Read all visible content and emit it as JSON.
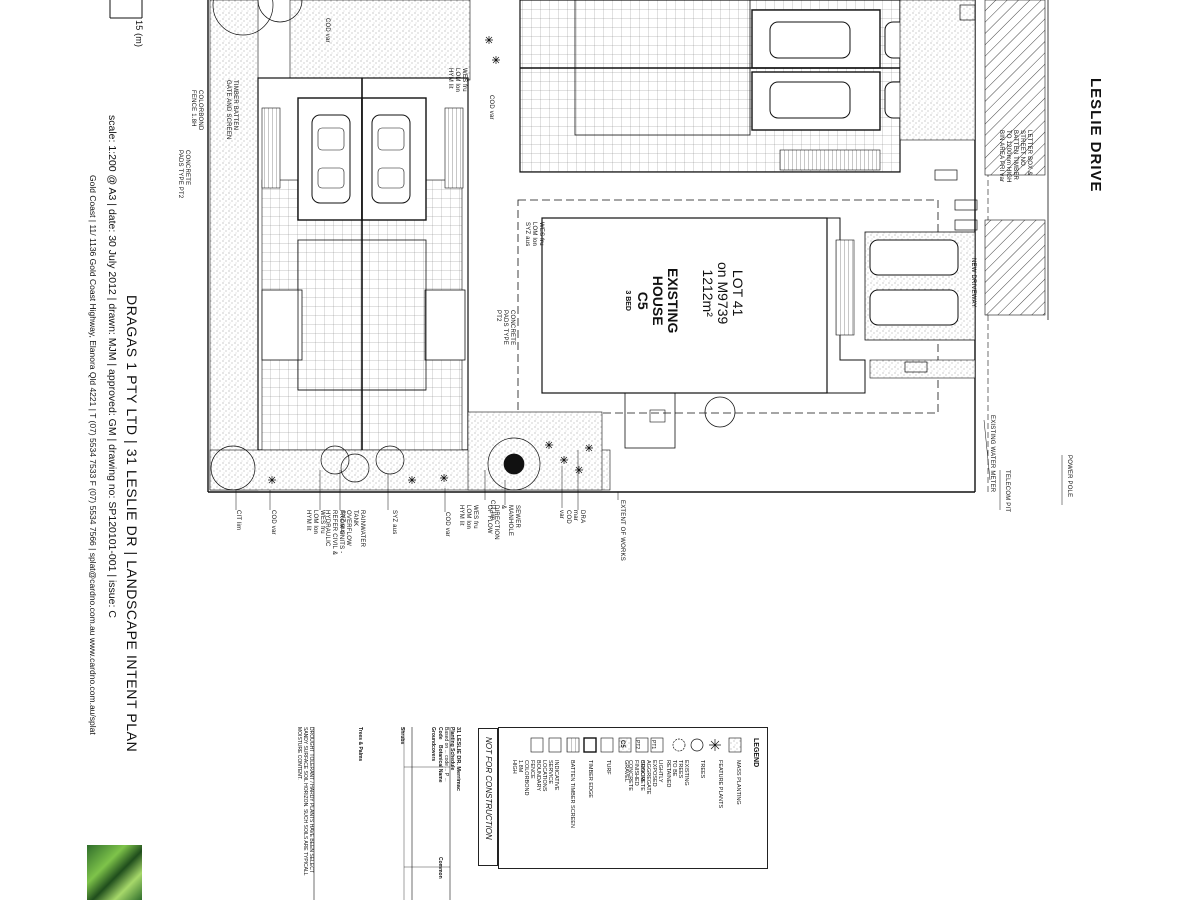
{
  "scale_top": "15 (m)",
  "street": "LESLIE DRIVE",
  "lot": {
    "line1": "LOT 41",
    "line2": "on M9739",
    "line3": "1212m²",
    "house1": "EXISTING",
    "house2": "HOUSE",
    "code": "C5",
    "beds": "3 BED"
  },
  "labels": {
    "colorbond_fence": "COLORBOND FENCE 1.8H",
    "timber_gate": "TIMBER BATTEN GATE AND SCREEN",
    "concrete_pads_left": "CONCRETE PADS TYPE PT2",
    "concrete_pads_mid": "CONCRETE PADS TYPE PT2",
    "wes_top": "WES fru LOM lon HYM lit",
    "cod_top": "COD var",
    "cod_mid": "COD var",
    "wes_mid": "WES fru LOM lon SYZ aus",
    "letter_box": "LETTER BOX & STREET NO. BATTEN TIMBER TO 1200mm HIGH BIN AREA PRI var",
    "new_driveway": "NEW DRIVEWAY",
    "existing_water_meter": "EXISTING WATER METER",
    "power_pole": "POWER POLE",
    "telecom_pit": "TELECOM PIT",
    "extent_of_works": "EXTENT OF WORKS",
    "dra": "DRA mar COD var",
    "sewer": "SEWER MANHOLE & DIRECTION OF FLOW",
    "cit_bottom": "CIT lim",
    "wes_bottom": "WES fru LOM lon HYM lit",
    "cod_bottom": "COD var",
    "syz_bottom": "SYZ aus",
    "rainwater": "RAINWATER TANK OVERFLOW FROM UNITS - REFER CIVIL & HYDRAULIC",
    "syz_bottom2": "SYZ aus",
    "cit_left": "CIT lim",
    "cod_left": "COD var",
    "wes_left": "WES fru LOM lon HYM lit"
  },
  "title": {
    "main": "DRAGAS 1 PTY LTD  |  31 LESLIE DR  |  LANDSCAPE INTENT PLAN",
    "sub": "scale: 1:200 @ A3  |  date: 30 July 2012  |  drawn: MJM  |  approved: GM  |  drawing no: SP120101-001  |  issue: C",
    "addr": "Gold Coast  |  11/ 1136 Gold Coast Highway, Elanora Qld 4221  |  T (07) 5534 7533   F (07) 5534 7566  |  splat@cardno.com.au   www.cardno.com.au/splat"
  },
  "legend": {
    "title": "LEGEND",
    "items": [
      "MASS PLANTING",
      "FEATURE PLANTS",
      "TREES",
      "EXISTING TREES TO BE RETAINED",
      "LIGHTLY EXPOSED AGGREGATE CONCRETE",
      "BROOM FINISHED CONCRETE",
      "GRAVEL",
      "TURF",
      "TIMBER EDGE",
      "BATTEN TIMBER SCREEN",
      "INDICATIVE SERVICE LOCATIONS",
      "BOUNDARY FENCE COLORBOND 1.8M HIGH"
    ],
    "codes": [
      "PT1",
      "PT2",
      "C5"
    ]
  },
  "not_for_construction": "NOT FOR CONSTRUCTION",
  "schedule": {
    "title": "31 LESLIE DR. Merrimac",
    "subtitle": "Planting Schedule",
    "note": "Based on ... code ... P ...",
    "col_code": "Code",
    "col_botanical": "Botanical Name",
    "col_common": "Common",
    "groups": [
      "Groundcovers",
      "Shrubs",
      "Trees & Palms"
    ],
    "footer1": "DROUGHT TOLERANT / HARDY PLANTS HAVE BEEN SELECT",
    "footer2": "SANDY SURFACE SOIL HORIZON. SUCH SOILS ARE TYPICALL",
    "footer3": "MOISTURE CONTENT."
  },
  "colors": {
    "line": "#1a1a1a",
    "hatch": "#555555",
    "logo_green": "#5aa33a"
  }
}
